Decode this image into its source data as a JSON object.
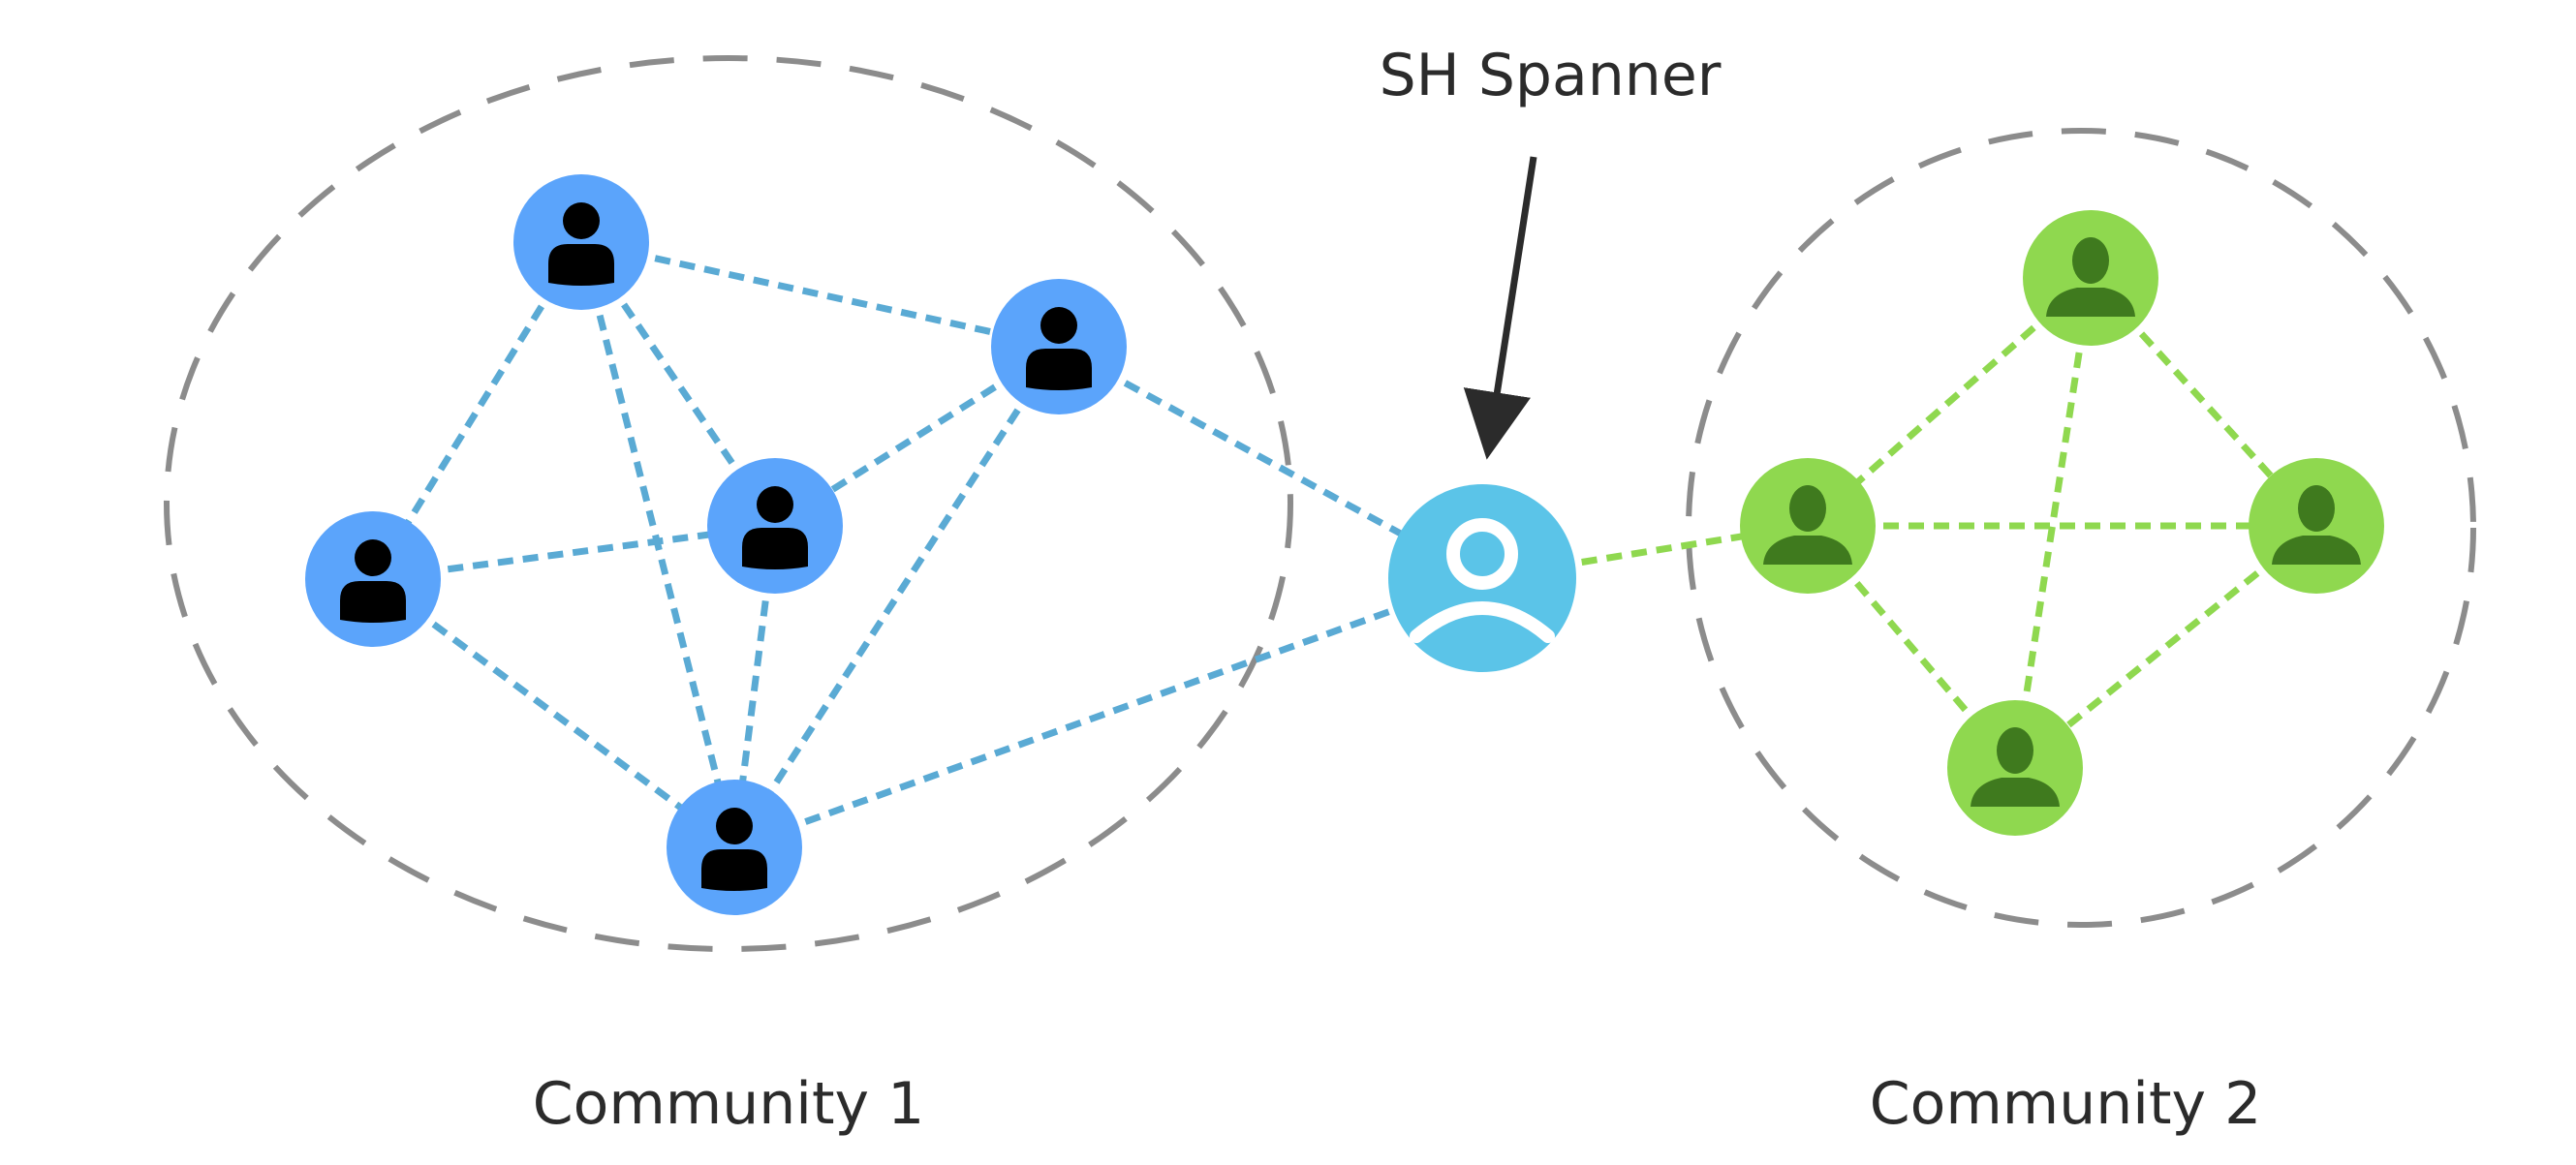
{
  "labels": {
    "spanner": "SH Spanner",
    "community_1": "Community 1",
    "community_2": "Community 2"
  },
  "colors": {
    "community_1_node": "#5ba4fb",
    "community_1_edge": "#5aaad4",
    "community_2_node": "#8fd84f",
    "community_2_edge": "#8fd84f",
    "community_2_person": "#3f7a1e",
    "spanner_node": "#5bc4e8",
    "spanner_person": "#ffffff",
    "community_boundary": "#8c8c8c",
    "arrow": "#2b2b2b",
    "person_icon": "#000000"
  },
  "icons": {
    "community_1_member": "user-icon",
    "community_2_member": "user-silhouette-icon",
    "spanner": "user-outline-icon"
  }
}
